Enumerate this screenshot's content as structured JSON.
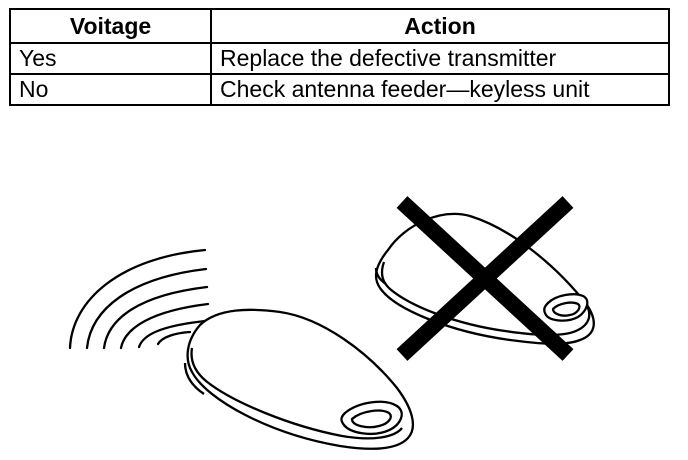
{
  "table": {
    "headers": [
      "Voitage",
      "Action"
    ],
    "rows": [
      {
        "voltage": "Yes",
        "action": "Replace the defective transmitter"
      },
      {
        "voltage": "No",
        "action": "Check antenna feeder—keyless unit"
      }
    ]
  },
  "illustration": {
    "left_item": "transmitter-emitting-signal-icon",
    "right_item": "transmitter-crossed-out-icon"
  }
}
